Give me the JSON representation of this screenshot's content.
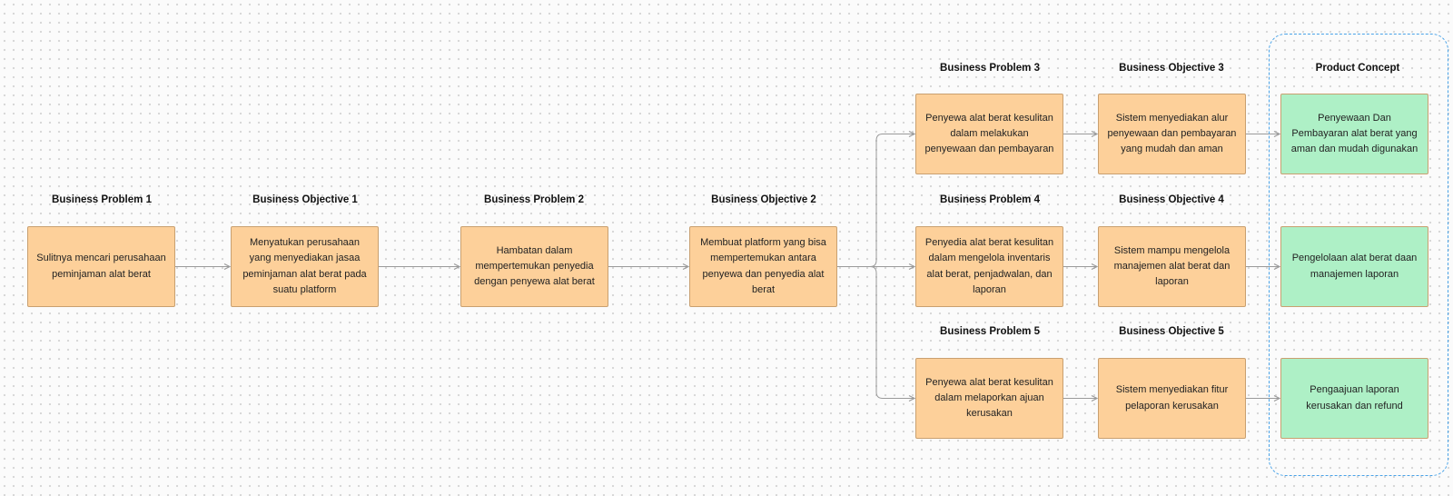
{
  "colors": {
    "problem_fill": "#fdd09a",
    "objective_fill": "#fdd09a",
    "concept_fill": "#aef0c6",
    "connector": "#9a9a9a",
    "frame": "#4aa3e8"
  },
  "nodes": [
    {
      "id": "bp1",
      "kind": "problem",
      "label": "Business Problem 1",
      "text": "Sulitnya mencari perusahaan peminjaman alat berat"
    },
    {
      "id": "bo1",
      "kind": "objective",
      "label": "Business Objective 1",
      "text": "Menyatukan perusahaan yang menyediakan jasaa peminjaman alat berat pada suatu platform"
    },
    {
      "id": "bp2",
      "kind": "problem",
      "label": "Business Problem 2",
      "text": "Hambatan dalam mempertemukan penyedia dengan penyewa alat berat"
    },
    {
      "id": "bo2",
      "kind": "objective",
      "label": "Business Objective 2",
      "text": "Membuat platform yang bisa mempertemukan antara penyewa dan penyedia alat berat"
    },
    {
      "id": "bp3",
      "kind": "problem",
      "label": "Business Problem 3",
      "text": "Penyewa alat berat kesulitan dalam melakukan penyewaan dan pembayaran"
    },
    {
      "id": "bo3",
      "kind": "objective",
      "label": "Business Objective 3",
      "text": "Sistem menyediakan alur penyewaan dan pembayaran yang mudah dan aman"
    },
    {
      "id": "pc1",
      "kind": "concept",
      "label": "Product Concept",
      "text": "Penyewaan Dan Pembayaran alat berat yang aman dan mudah digunakan"
    },
    {
      "id": "bp4",
      "kind": "problem",
      "label": "Business Problem 4",
      "text": "Penyedia alat berat kesulitan dalam mengelola inventaris alat berat, penjadwalan, dan laporan"
    },
    {
      "id": "bo4",
      "kind": "objective",
      "label": "Business Objective 4",
      "text": "Sistem mampu mengelola manajemen alat berat dan laporan"
    },
    {
      "id": "pc2",
      "kind": "concept",
      "label": "",
      "text": "Pengelolaan alat berat daan manajemen laporan"
    },
    {
      "id": "bp5",
      "kind": "problem",
      "label": "Business Problem 5",
      "text": "Penyewa alat berat kesulitan dalam melaporkan ajuan kerusakan"
    },
    {
      "id": "bo5",
      "kind": "objective",
      "label": "Business Objective 5",
      "text": "Sistem menyediakan  fitur pelaporan kerusakan"
    },
    {
      "id": "pc3",
      "kind": "concept",
      "label": "",
      "text": "Pengaajuan laporan kerusakan dan refund"
    }
  ],
  "edges": [
    {
      "from": "bp1",
      "to": "bo1"
    },
    {
      "from": "bo1",
      "to": "bp2"
    },
    {
      "from": "bp2",
      "to": "bo2"
    },
    {
      "from": "bo2",
      "to": "bp3"
    },
    {
      "from": "bo2",
      "to": "bp4"
    },
    {
      "from": "bo2",
      "to": "bp5"
    },
    {
      "from": "bp3",
      "to": "bo3"
    },
    {
      "from": "bo3",
      "to": "pc1"
    },
    {
      "from": "bp4",
      "to": "bo4"
    },
    {
      "from": "bo4",
      "to": "pc2"
    },
    {
      "from": "bp5",
      "to": "bo5"
    },
    {
      "from": "bo5",
      "to": "pc3"
    }
  ]
}
